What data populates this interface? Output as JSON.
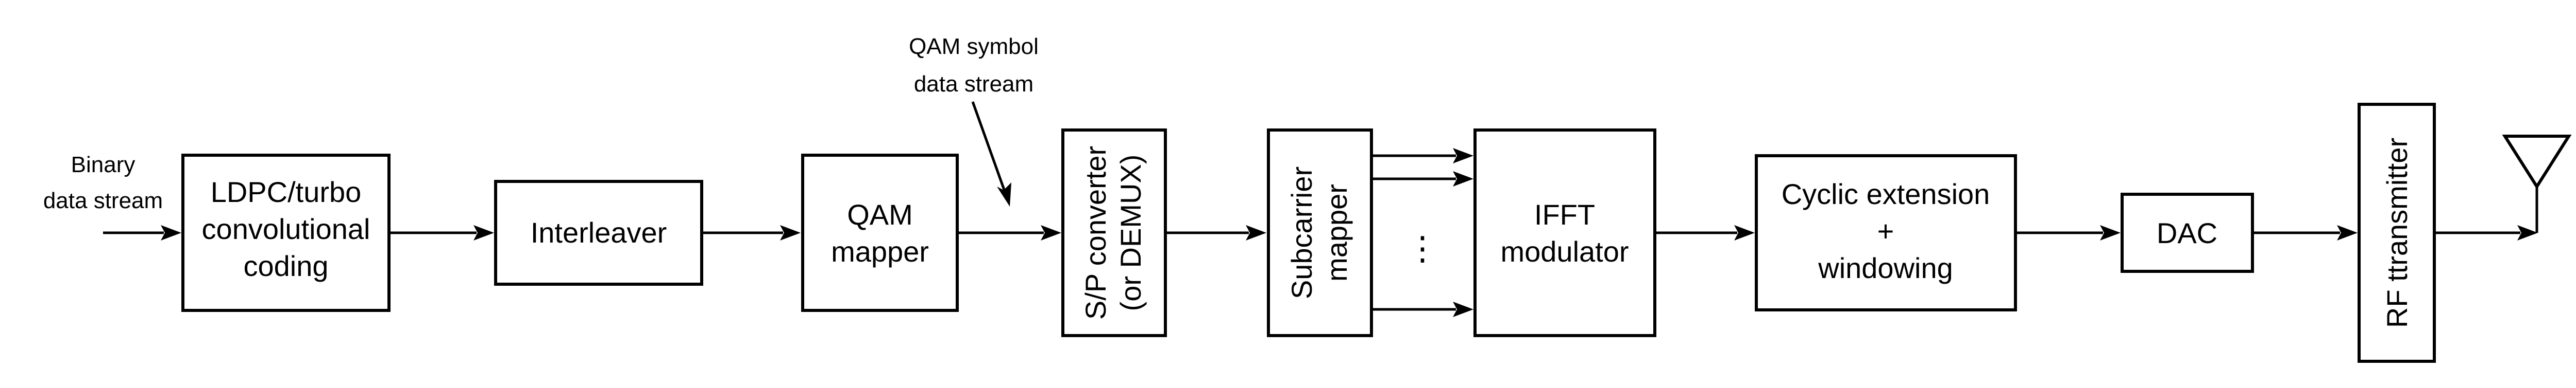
{
  "input_label": [
    "Binary",
    "data stream"
  ],
  "annotation": [
    "QAM symbol",
    "data stream"
  ],
  "ellipsis": "⋮",
  "blocks": {
    "coding": [
      "LDPC/turbo",
      "convolutional",
      "coding"
    ],
    "interleaver": [
      "Interleaver"
    ],
    "qam_mapper": [
      "QAM",
      "mapper"
    ],
    "sp_converter": [
      "S/P converter",
      "(or DEMUX)"
    ],
    "subcarrier_mapper": [
      "Subcarrier",
      "mapper"
    ],
    "ifft_modulator": [
      "IFFT",
      "modulator"
    ],
    "cyclic_extension": [
      "Cyclic extension",
      "+",
      "windowing"
    ],
    "dac": [
      "DAC"
    ],
    "rf_transmitter": [
      "RF ttransmitter"
    ]
  },
  "antenna_icon": "antenna-icon"
}
